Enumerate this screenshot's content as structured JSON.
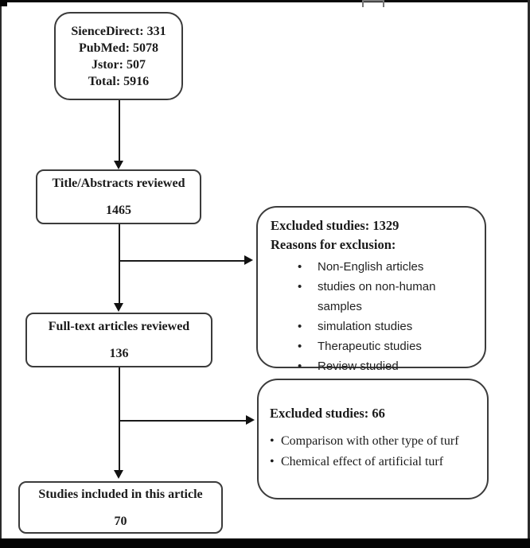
{
  "flowchart": {
    "identification": {
      "lines": [
        "SienceDirect: 331",
        "PubMed: 5078",
        "Jstor: 507",
        "Total: 5916"
      ]
    },
    "title_abstracts": {
      "title": "Title/Abstracts reviewed",
      "count": "1465"
    },
    "full_text": {
      "title": "Full-text articles reviewed",
      "count": "136"
    },
    "included": {
      "title": "Studies included in this article",
      "count": "70"
    },
    "excluded1": {
      "heading_line1": "Excluded studies: 1329",
      "heading_line2": "Reasons for exclusion:",
      "bullet_glyph": "•",
      "bullets": [
        "Non-English articles",
        "studies on non-human samples",
        "simulation studies",
        "Therapeutic studies",
        "Review studied"
      ]
    },
    "excluded2": {
      "heading": "Excluded studies: 66",
      "bullet_glyph": "•",
      "bullets": [
        "Comparison with other type of turf",
        "Chemical effect of artificial turf"
      ]
    },
    "colors": {
      "box_border": "#3b3b3b",
      "connector": "#1a1a1a",
      "frame": "#050505",
      "text": "#1a1a1a"
    }
  }
}
